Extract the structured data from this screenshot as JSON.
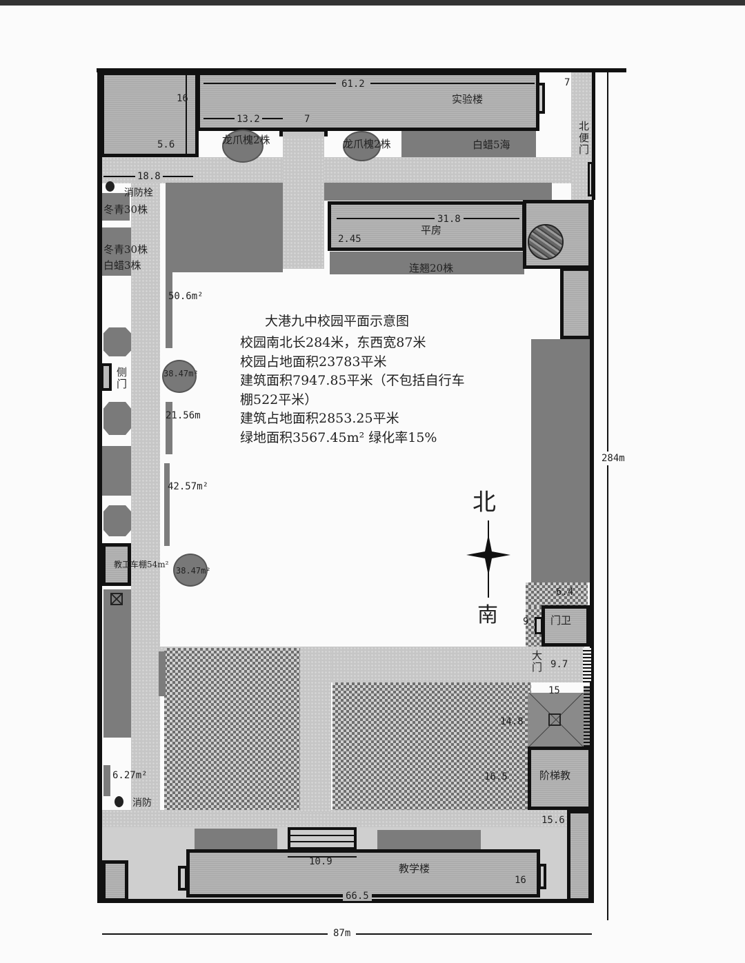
{
  "title": "大港九中校园平面示意图",
  "info": [
    "校园南北长284米，东西宽87米",
    "校园占地面积23783平米",
    "建筑面积7947.85平米（不包括自行车",
    "棚522平米）",
    "建筑占地面积2853.25平米",
    "绿地面积3567.45m² 绿化率15%"
  ],
  "buildings": {
    "lab": "实验楼",
    "bungalow": "平房",
    "gatehouse": "门卫",
    "lecture_hall": "阶梯教",
    "teaching": "教学楼",
    "bike_shed": "教工车棚54m²"
  },
  "plants": {
    "tree_a": "龙爪槐2株",
    "tree_b": "龙爪槐2株",
    "ash5": "白蜡5海",
    "holly1": "冬青30株",
    "holly2": "冬青30株",
    "ash3": "白蜡3株",
    "forsythia": "连翘20株"
  },
  "facilities": {
    "hydrant1": "消防栓",
    "hydrant2": "消防",
    "north_gate": "北便门",
    "side_gate": "侧门",
    "main_gate": "大门"
  },
  "areas": {
    "a1": "50.6m²",
    "a2": "38.47m²",
    "a3": "21.56m",
    "a4": "42.57m²",
    "a5": "38.47m²",
    "a6": "6.27m²"
  },
  "dimensions": {
    "lab_len": "61.2",
    "lab_w": "16",
    "d56": "5.6",
    "d132": "13.2",
    "d7a": "7",
    "d7b": "7",
    "d188": "18.8",
    "d318": "31.8",
    "d245": "2.45",
    "d64": "6.4",
    "d9": "9",
    "d97": "9.7",
    "d15": "15",
    "d148": "14.8",
    "d165": "16.5",
    "d156": "15.6",
    "d109": "10.9",
    "d665": "66.5",
    "d16b": "16",
    "width": "87m",
    "length": "284m"
  },
  "compass": {
    "north": "北",
    "south": "南"
  }
}
